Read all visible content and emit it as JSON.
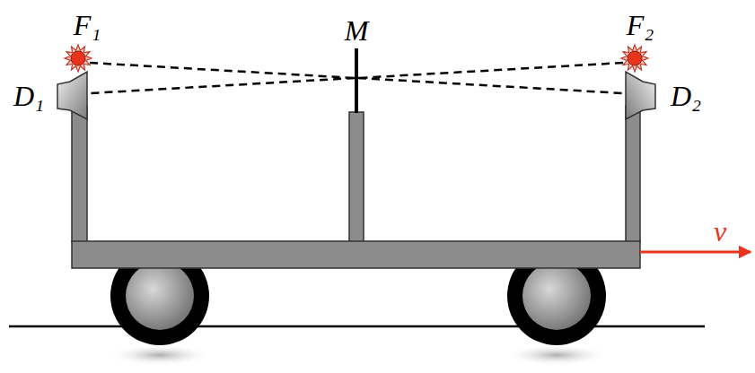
{
  "diagram": {
    "labels": [
      "F₁",
      "M",
      "F₂",
      "D₁",
      "D₂",
      "v"
    ]
  }
}
